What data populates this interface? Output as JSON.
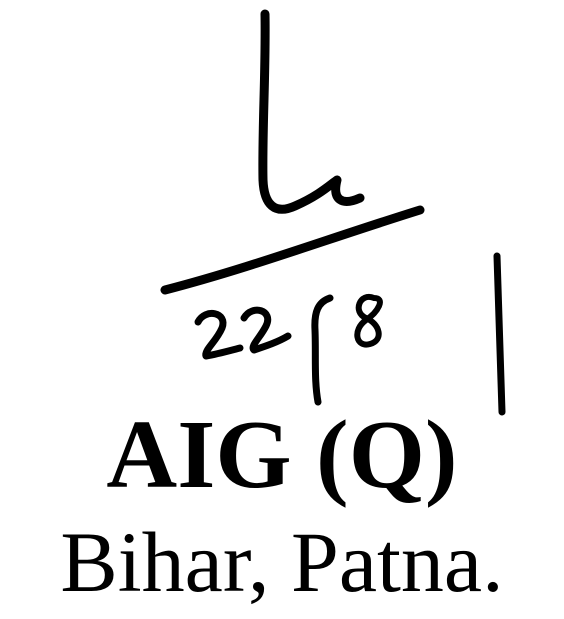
{
  "signature": {
    "date_note": "22/8"
  },
  "designation": "AIG (Q)",
  "location": "Bihar, Patna."
}
